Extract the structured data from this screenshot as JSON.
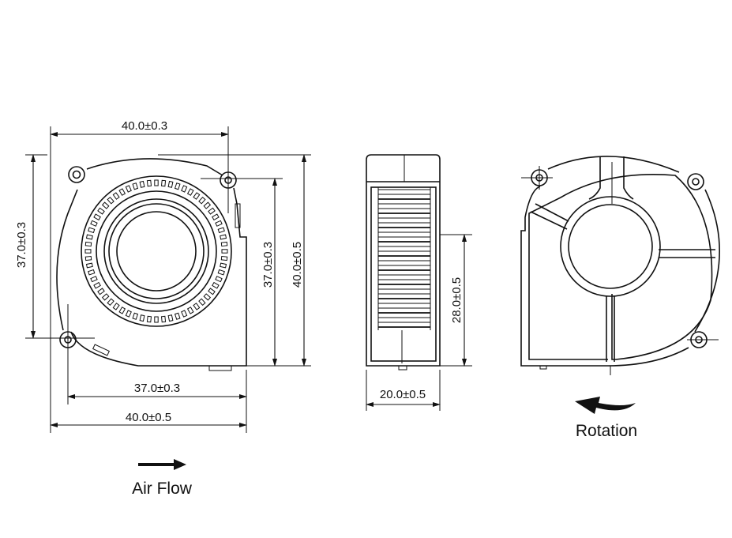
{
  "front_view": {
    "width_top": "40.0±0.3",
    "height_left": "37.0±0.3",
    "height_inner_right": "37.0±0.3",
    "height_outer_right": "40.0±0.5",
    "width_bottom_inner": "37.0±0.3",
    "width_bottom_outer": "40.0±0.5"
  },
  "side_view": {
    "outlet_height": "28.0±0.5",
    "thickness": "20.0±0.5"
  },
  "labels": {
    "air_flow": "Air Flow",
    "rotation": "Rotation"
  },
  "icons": {
    "air_flow_arrow": "arrow-right-icon",
    "rotation_arrow": "curved-arrow-left-icon"
  }
}
